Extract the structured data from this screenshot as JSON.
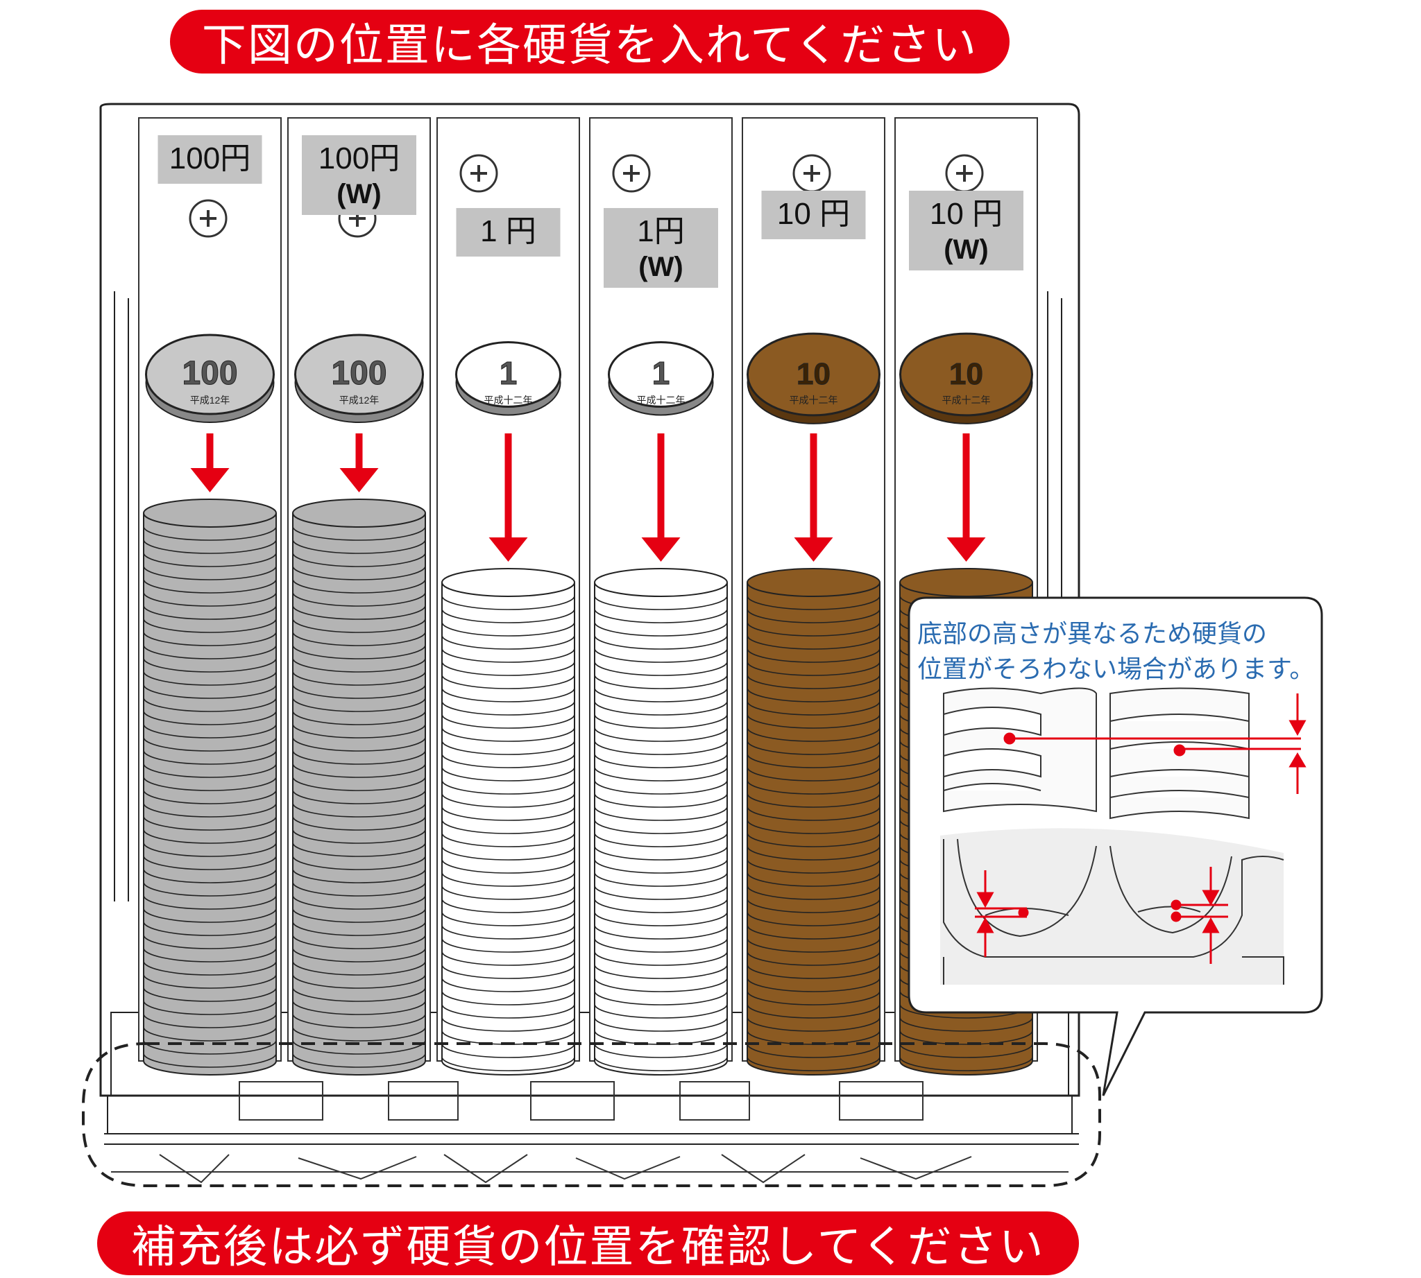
{
  "banners": {
    "top": "下図の位置に各硬貨を入れてください",
    "bottom": "補充後は必ず硬貨の位置を確認してください"
  },
  "columns": [
    {
      "label": "100円",
      "sub": "",
      "coin_text": "100",
      "coin_year": "平成12年",
      "coin_color": "#b4b4b4"
    },
    {
      "label": "100円",
      "sub": "(W)",
      "coin_text": "100",
      "coin_year": "平成12年",
      "coin_color": "#b4b4b4"
    },
    {
      "label": "1 円",
      "sub": "",
      "coin_text": "1",
      "coin_year": "平成十二年",
      "coin_color": "#ffffff"
    },
    {
      "label": "1円",
      "sub": "(W)",
      "coin_text": "1",
      "coin_year": "平成十二年",
      "coin_color": "#ffffff"
    },
    {
      "label": "10 円",
      "sub": "",
      "coin_text": "10",
      "coin_year": "平成十二年",
      "coin_color": "#8b5a22"
    },
    {
      "label": "10 円",
      "sub": "(W)",
      "coin_text": "10",
      "coin_year": "平成十二年",
      "coin_color": "#8b5a22"
    }
  ],
  "callout": {
    "line1": "底部の高さが異なるため硬貨の",
    "line2": "位置がそろわない場合があります。"
  },
  "colors": {
    "accent_red": "#e50012",
    "label_gray": "#c3c3c3",
    "silver": "#b4b4b4",
    "bronze": "#8b5a22",
    "callout_text": "#2a6bb0"
  }
}
